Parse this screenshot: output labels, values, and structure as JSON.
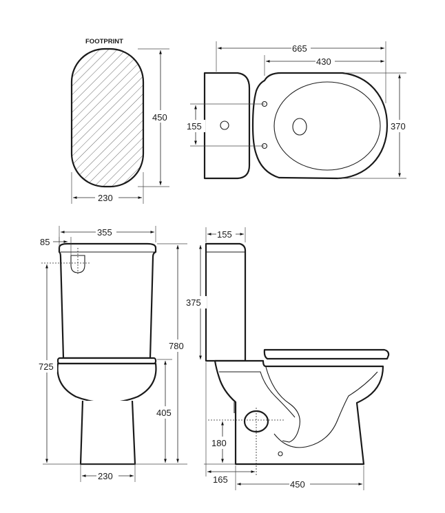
{
  "title": "FOOTPRINT",
  "footprint": {
    "height": "450",
    "width": "230"
  },
  "plan_view": {
    "overall_length": "665",
    "seat_length": "430",
    "bolt_spacing": "155",
    "width": "370"
  },
  "front_view": {
    "cistern_width": "355",
    "inlet_offset": "85",
    "overall_height": "780",
    "inlet_height": "725",
    "pan_height": "405",
    "base_width": "230"
  },
  "side_view": {
    "cistern_depth": "155",
    "cistern_height": "375",
    "outlet_height": "180",
    "outlet_setout": "165",
    "pan_length": "450"
  }
}
